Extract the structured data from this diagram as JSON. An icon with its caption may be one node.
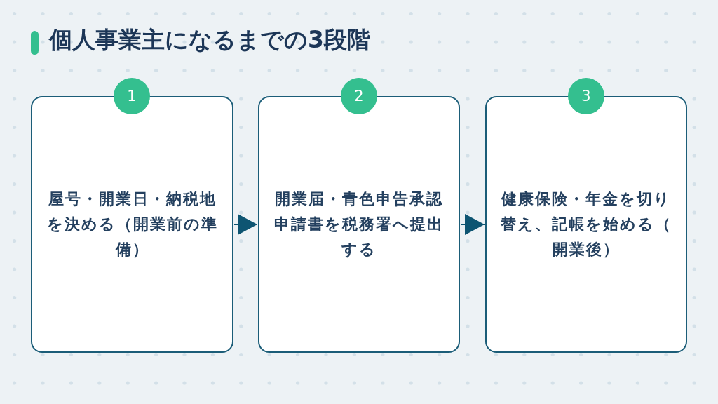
{
  "diagram": {
    "title": "個人事業主になるまでの3段階",
    "nodes": [
      {
        "text": [
          "1"
        ]
      },
      {
        "text": [
          "屋号・開業日・納税地を決める（開業前の準備）"
        ]
      },
      {
        "text": [
          "2"
        ]
      },
      {
        "text": [
          "開業届・青色申告承認申請書を税務署へ提出する"
        ]
      },
      {
        "text": [
          "3"
        ]
      },
      {
        "text": [
          "健康保険・年金を切り替え、記帳を始める（開業後）"
        ]
      }
    ],
    "edges": [
      {
        "from": 1,
        "to": 3,
        "arrow": "to"
      },
      {
        "from": 3,
        "to": 5,
        "arrow": "to"
      }
    ]
  }
}
